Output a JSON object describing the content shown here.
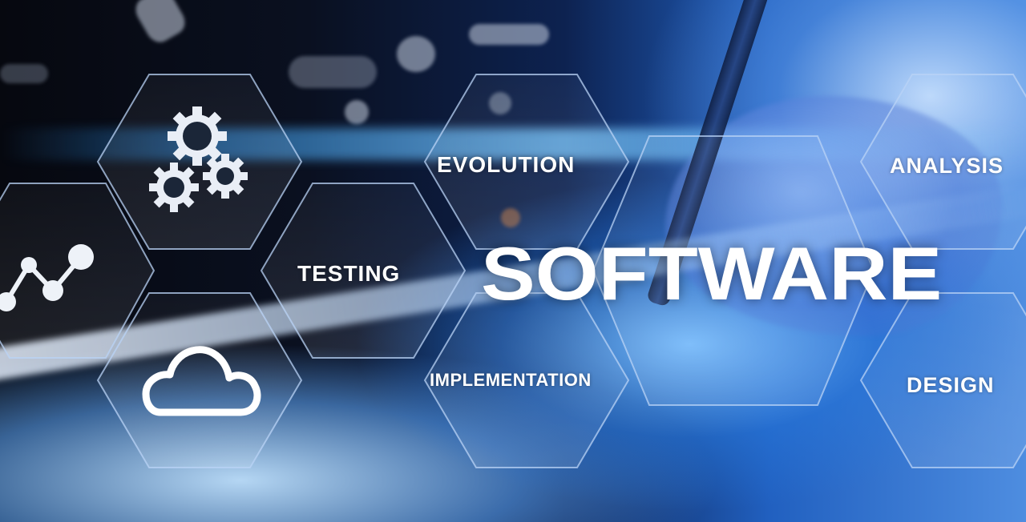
{
  "words": {
    "evolution": "EVOLUTION",
    "analysis": "ANALYSIS",
    "testing": "TESTING",
    "software": "SOFTWARE",
    "implementation": "IMPLEMENTATION",
    "design": "DESIGN"
  },
  "icons": [
    "gears-icon",
    "line-chart-icon",
    "cloud-icon"
  ],
  "colors": {
    "hex_outline": "#b9d3f5",
    "text": "#ffffff",
    "accent_blue": "#2f7fe0"
  }
}
